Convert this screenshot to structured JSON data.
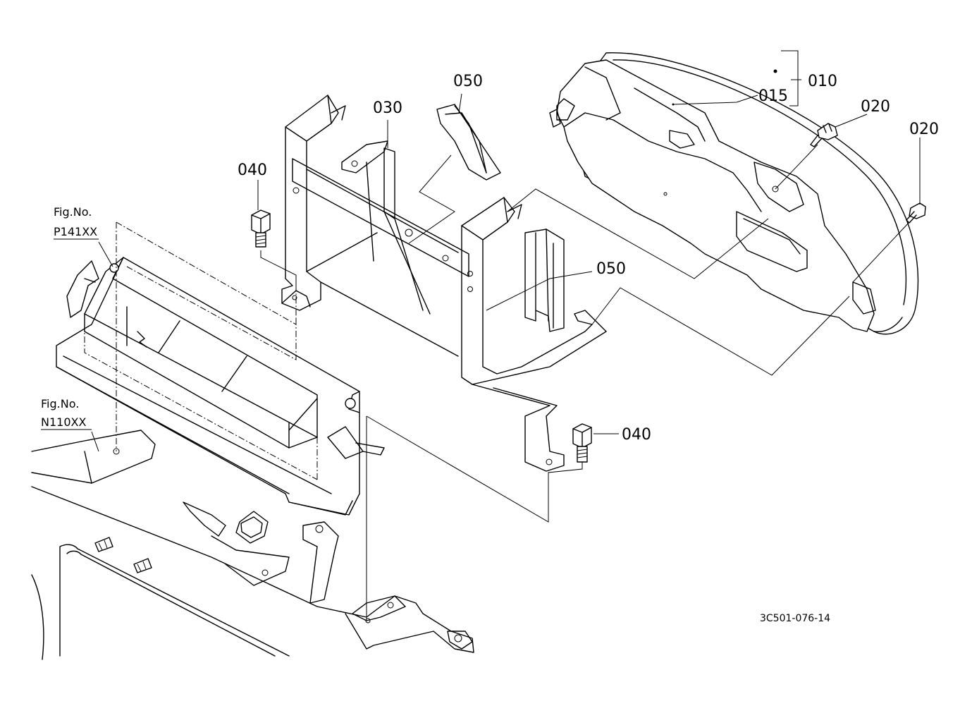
{
  "callouts": {
    "c010": "010",
    "c015": "015",
    "c020a": "020",
    "c020b": "020",
    "c030": "030",
    "c040a": "040",
    "c040b": "040",
    "c050a": "050",
    "c050b": "050"
  },
  "references": {
    "fig_p141": {
      "label": "Fig.No.",
      "number": "P141XX"
    },
    "fig_n110": {
      "label": "Fig.No.",
      "number": "N110XX"
    }
  },
  "drawing_code": "3C501-076-14"
}
